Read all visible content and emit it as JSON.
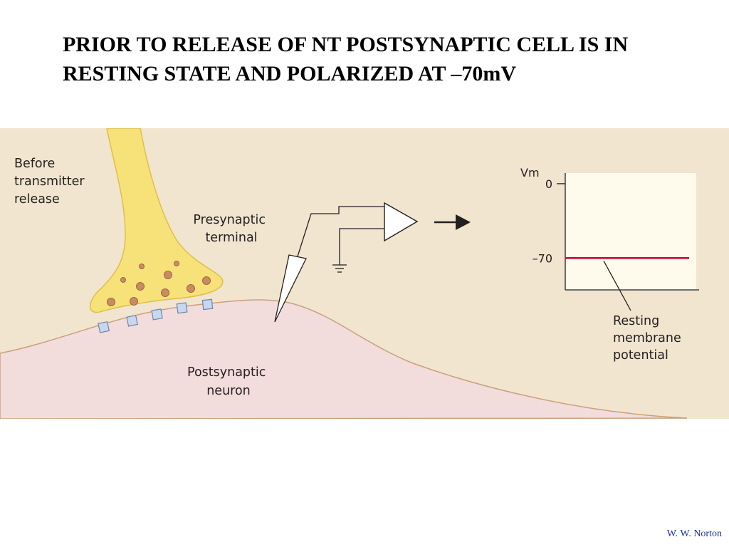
{
  "title": {
    "line1": "PRIOR TO RELEASE OF NT POSTSYNAPTIC CELL IS IN",
    "line2": "RESTING STATE AND POLARIZED AT –70mV"
  },
  "figure": {
    "stage_label": [
      "Before",
      "transmitter",
      "release"
    ],
    "presynaptic_label": [
      "Presynaptic",
      "terminal"
    ],
    "postsynaptic_label": [
      "Postsynaptic",
      "neuron"
    ],
    "resting_label": [
      "Resting",
      "membrane",
      "potential"
    ],
    "colors": {
      "background": "#f1e5cf",
      "presynaptic_fill": "#f7e27a",
      "postsynaptic_fill": "#f3dcdc",
      "vesicle": "#c98c62",
      "receptor": "#c7d7ee",
      "trace": "#c8102e"
    }
  },
  "chart_data": {
    "type": "line",
    "ylabel": "Vm",
    "ticks": [
      "0",
      "–70"
    ],
    "ylim": [
      -100,
      10
    ],
    "series": [
      {
        "values": [
          -70,
          -70
        ]
      }
    ]
  },
  "credit": "W. W. Norton"
}
